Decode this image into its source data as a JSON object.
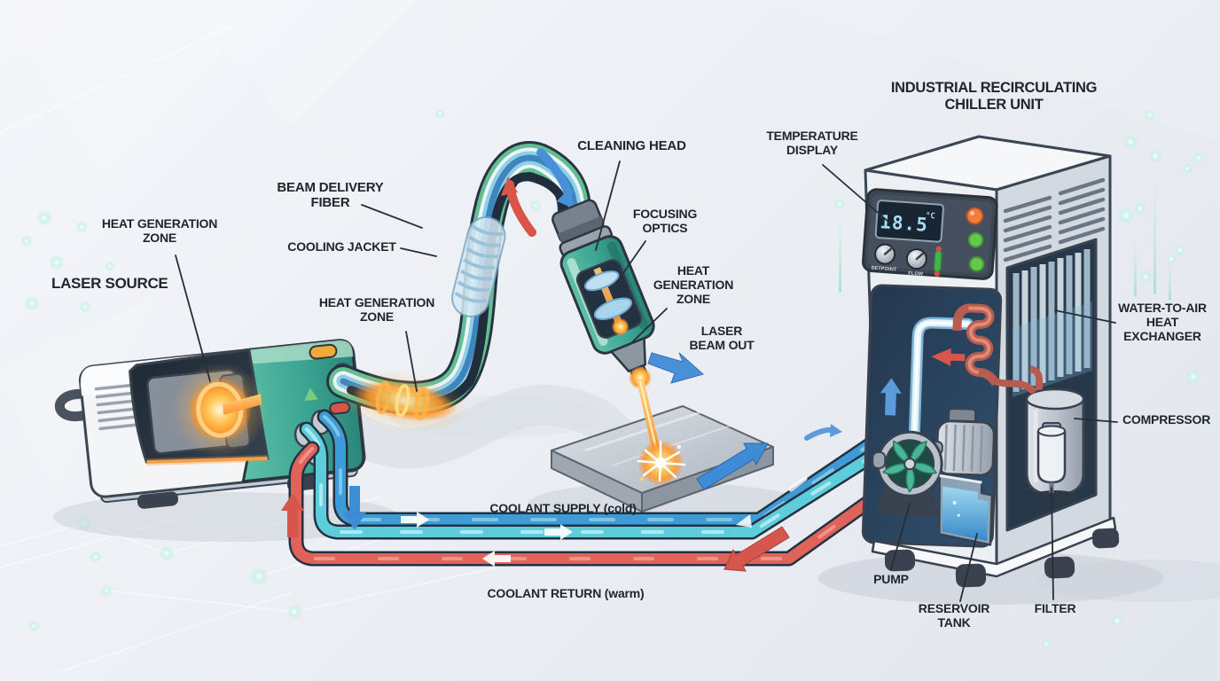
{
  "labels": {
    "heat_zone_laser": "HEAT GENERATION ZONE",
    "laser_source": "LASER SOURCE",
    "beam_delivery_fiber": "BEAM DELIVERY FIBER",
    "cooling_jacket": "COOLING JACKET",
    "heat_zone_fiber": "HEAT GENERATION ZONE",
    "cleaning_head": "CLEANING HEAD",
    "focusing_optics": "FOCUSING OPTICS",
    "heat_zone_head": "HEAT GENERATION ZONE",
    "laser_beam_out": "LASER BEAM OUT",
    "temperature_display": "TEMPERATURE DISPLAY",
    "chiller_title": "INDUSTRIAL RECIRCULATING CHILLER UNIT",
    "water_to_air_heat_exchanger": "WATER-TO-AIR HEAT EXCHANGER",
    "compressor": "COMPRESSOR",
    "coolant_supply": "COOLANT SUPPLY (cold)",
    "coolant_return": "COOLANT RETURN (warm)",
    "pump": "PUMP",
    "reservoir_tank": "RESERVOIR TANK",
    "filter": "FILTER"
  },
  "chiller": {
    "display": {
      "value": "18.5",
      "unit": "°C"
    },
    "controls": {
      "knob1": "SETPOINT",
      "knob2": "FLOW"
    }
  },
  "colors": {
    "coolant_supply_blue": "#49a8dc",
    "coolant_supply_cyan": "#5ecddb",
    "coolant_return_red": "#e0635a",
    "laser_glow_orange": "#ff9a2e",
    "fiber_green": "#63bf92",
    "machine_teal": "#3aa392",
    "lcd_text_blue": "#a8dcf2",
    "status_green": "#62c84e",
    "status_orange": "#f07f3c"
  }
}
